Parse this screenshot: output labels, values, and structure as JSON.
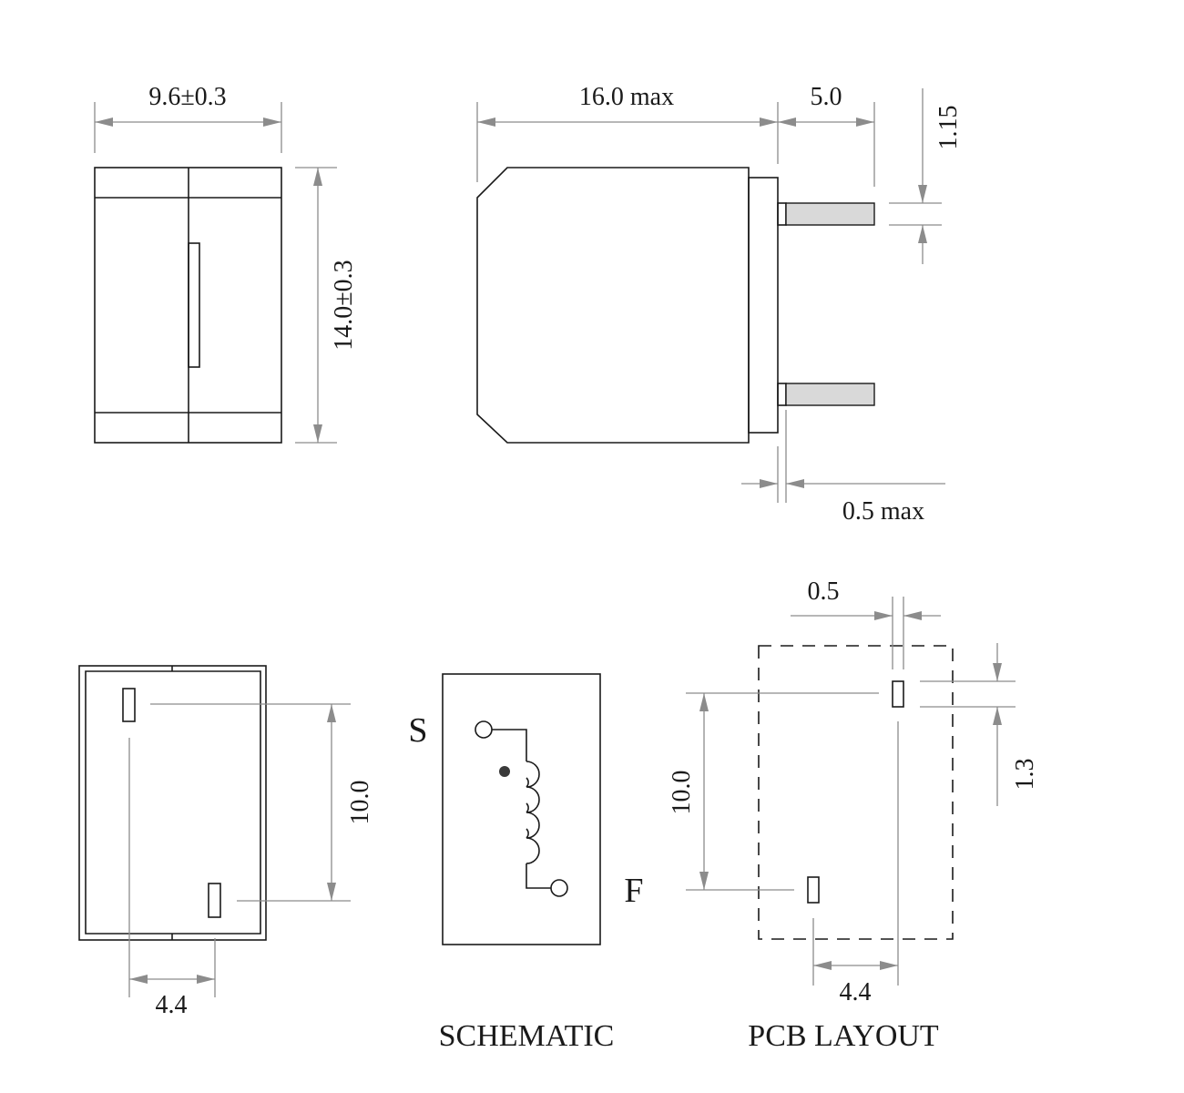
{
  "dimensions": {
    "front_width": "9.6±0.3",
    "front_height": "14.0±0.3",
    "side_length": "16.0 max",
    "pin_length": "5.0",
    "pin_thickness": "1.15",
    "standoff": "0.5 max",
    "bottom_pitch_v": "10.0",
    "bottom_pitch_h": "4.4",
    "pcb_pad_width": "0.5",
    "pcb_pad_height": "1.3",
    "pcb_pitch_v": "10.0",
    "pcb_pitch_h": "4.4"
  },
  "schematic": {
    "start_label": "S",
    "finish_label": "F",
    "caption": "SCHEMATIC"
  },
  "pcb": {
    "caption": "PCB LAYOUT"
  },
  "colors": {
    "outline": "#1a1a1a",
    "dimension": "#8c8c8c",
    "pin_fill": "#d9d9d9"
  }
}
